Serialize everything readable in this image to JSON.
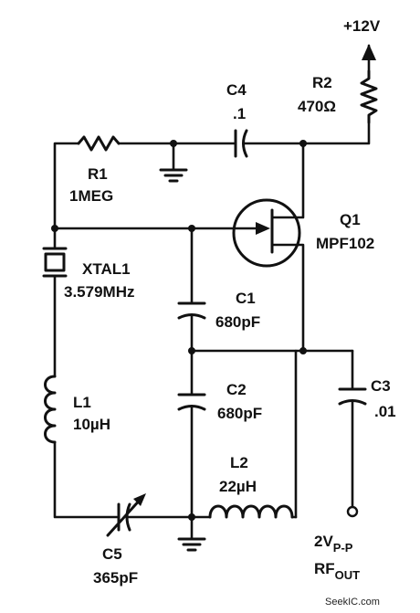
{
  "labels": {
    "supply": "+12V",
    "c4_name": "C4",
    "c4_value": ".1",
    "r2_name": "R2",
    "r2_value": "470Ω",
    "r1_name": "R1",
    "r1_value": "1MEG",
    "q1_name": "Q1",
    "q1_value": "MPF102",
    "xtal_name": "XTAL1",
    "xtal_value": "3.579MHz",
    "c1_name": "C1",
    "c1_value": "680pF",
    "c2_name": "C2",
    "c2_value": "680pF",
    "c3_name": "C3",
    "c3_value": ".01",
    "l1_name": "L1",
    "l1_value": "10µH",
    "l2_name": "L2",
    "l2_value": "22µH",
    "c5_name": "C5",
    "c5_value": "365pF",
    "out_level": "2V",
    "out_level_sub": "P-P",
    "out_name": "RF",
    "out_name_sub": "OUT"
  },
  "watermark": "SeekIC.com"
}
